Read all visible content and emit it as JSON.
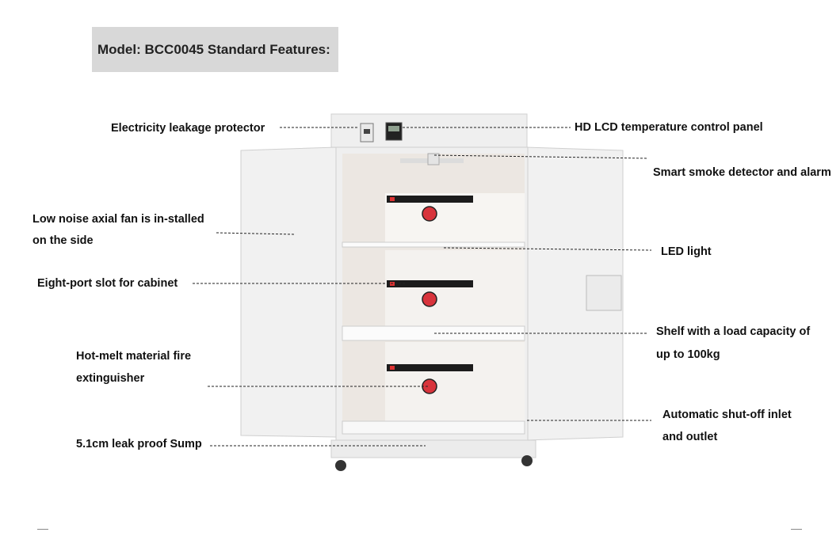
{
  "title": "Model: BCC0045 Standard Features:",
  "features": {
    "electricity": "Electricity leakage protector",
    "lcd": "HD LCD temperature control panel",
    "smoke": "Smart smoke detector and alarm",
    "fan_line1": "Low noise axial fan is in-stalled",
    "fan_line2": "on the side",
    "led": "LED light",
    "slot": "Eight-port slot for cabinet",
    "shelf_line1": "Shelf with a load capacity of",
    "shelf_line2": "up to 100kg",
    "ext_line1": "Hot-melt material fire",
    "ext_line2": "extinguisher",
    "shutoff_line1": "Automatic shut-off inlet",
    "shutoff_line2": "and outlet",
    "sump": "5.1cm leak proof Sump"
  },
  "colors": {
    "cabinet": "#f3f3f3",
    "interior": "#ebe6e1",
    "title_bg": "#d8d8d8",
    "socket_strip": "#1c1c1c",
    "fire_ext": "#d8343c"
  }
}
